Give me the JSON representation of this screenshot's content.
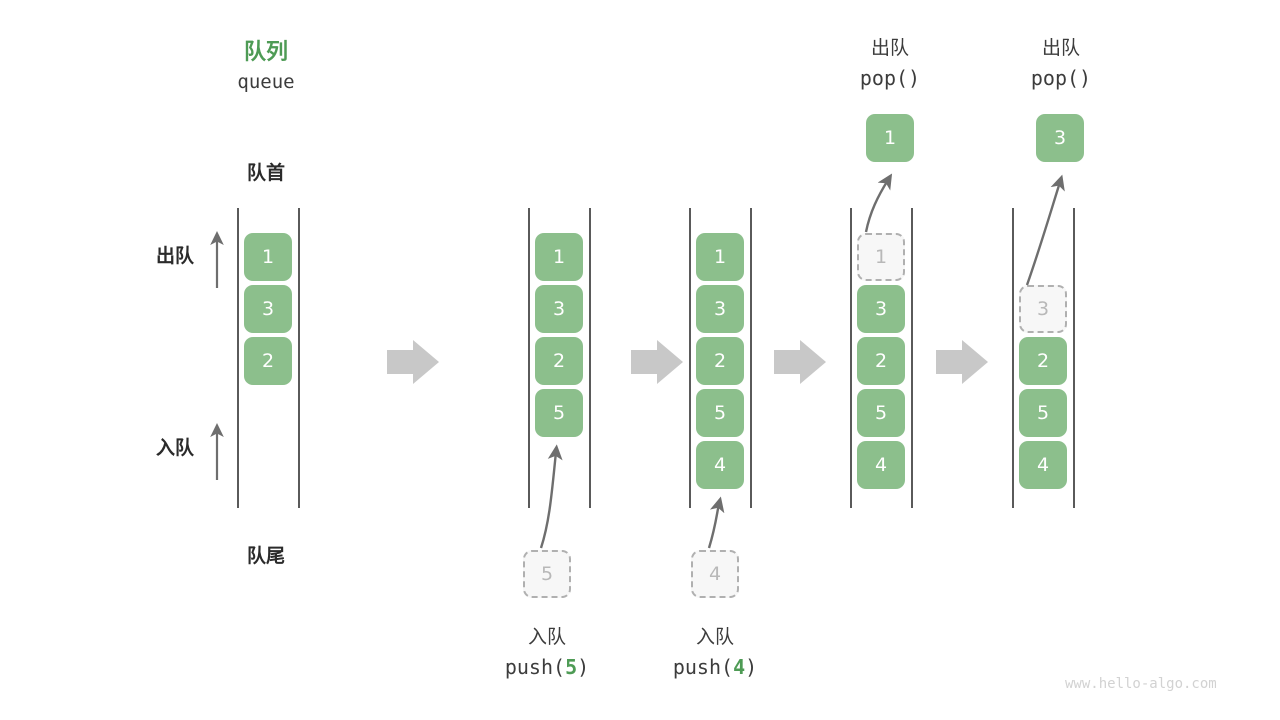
{
  "page": {
    "title_cn": "队列",
    "title_en": "queue",
    "watermark": "www.hello-algo.com",
    "front_label": "队首",
    "rear_label": "队尾",
    "dequeue_label": "出队",
    "enqueue_label": "入队",
    "colors": {
      "cell_fill": "#8cbf8c",
      "cell_text": "#ffffff",
      "ghost_fill": "#f7f7f7",
      "ghost_text": "#b8b8b8",
      "ghost_border": "#b0b0b0",
      "accent_green": "#4e9b55",
      "rail": "#5a5a5a",
      "arrow_gray": "#c8c8c8",
      "thin_arrow": "#6e6e6e",
      "watermark": "#d2d2d2"
    }
  },
  "stages": [
    {
      "id": "initial",
      "cells": [
        {
          "value": "1",
          "state": "filled"
        },
        {
          "value": "3",
          "state": "filled"
        },
        {
          "value": "2",
          "state": "filled"
        }
      ],
      "caption_cn": "",
      "caption_code": "",
      "caption_code_num": ""
    },
    {
      "id": "push-5",
      "cells": [
        {
          "value": "1",
          "state": "filled"
        },
        {
          "value": "3",
          "state": "filled"
        },
        {
          "value": "2",
          "state": "filled"
        },
        {
          "value": "5",
          "state": "filled"
        }
      ],
      "incoming": {
        "value": "5",
        "state": "ghost"
      },
      "caption_cn": "入队",
      "caption_code_pre": "push(",
      "caption_code_num": "5",
      "caption_code_post": ")"
    },
    {
      "id": "push-4",
      "cells": [
        {
          "value": "1",
          "state": "filled"
        },
        {
          "value": "3",
          "state": "filled"
        },
        {
          "value": "2",
          "state": "filled"
        },
        {
          "value": "5",
          "state": "filled"
        },
        {
          "value": "4",
          "state": "filled"
        }
      ],
      "incoming": {
        "value": "4",
        "state": "ghost"
      },
      "caption_cn": "入队",
      "caption_code_pre": "push(",
      "caption_code_num": "4",
      "caption_code_post": ")"
    },
    {
      "id": "pop-1",
      "cells": [
        {
          "value": "1",
          "state": "ghost"
        },
        {
          "value": "3",
          "state": "filled"
        },
        {
          "value": "2",
          "state": "filled"
        },
        {
          "value": "5",
          "state": "filled"
        },
        {
          "value": "4",
          "state": "filled"
        }
      ],
      "outgoing": {
        "value": "1",
        "state": "filled"
      },
      "header_cn": "出队",
      "header_code": "pop()"
    },
    {
      "id": "pop-3",
      "cells": [
        {
          "value": "",
          "state": "empty"
        },
        {
          "value": "3",
          "state": "ghost"
        },
        {
          "value": "2",
          "state": "filled"
        },
        {
          "value": "5",
          "state": "filled"
        },
        {
          "value": "4",
          "state": "filled"
        }
      ],
      "outgoing": {
        "value": "3",
        "state": "filled"
      },
      "header_cn": "出队",
      "header_code": "pop()"
    }
  ]
}
